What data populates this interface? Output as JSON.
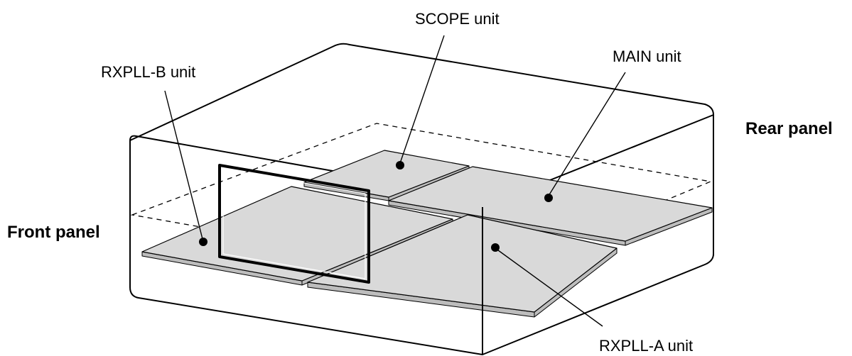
{
  "labels": {
    "scope_unit": "SCOPE unit",
    "main_unit": "MAIN unit",
    "rxpll_b_unit": "RXPLL-B unit",
    "rxpll_a_unit": "RXPLL-A unit",
    "rear_panel": "Rear panel",
    "front_panel": "Front panel"
  },
  "colors": {
    "board_fill": "#d9d9d9",
    "board_edge": "#bdbdbd",
    "line": "#000000",
    "background": "#ffffff"
  }
}
